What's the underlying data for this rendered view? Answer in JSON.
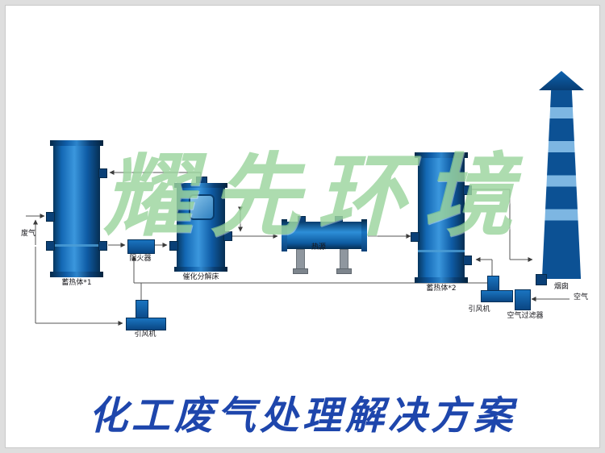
{
  "title": "化工废气处理解决方案",
  "watermark": "耀先环境",
  "labels": {
    "waste_gas": "废气",
    "regenerator1": "蓄热体*1",
    "flame_arrester": "阻火器",
    "catalytic_bed": "催化分解床",
    "heat_source": "热源",
    "regenerator2": "蓄热体*2",
    "fan_bottom": "引风机",
    "fan_right": "引风机",
    "air_filter": "空气过滤器",
    "air": "空气",
    "chimney": "烟囱"
  },
  "colors": {
    "vessel_blue_dark": "#06365f",
    "vessel_blue_light": "#3b97dd",
    "chimney_band_light": "#7db6e2",
    "chimney_dark": "#0c5194",
    "watermark_green": "#8dcf90",
    "title_blue": "#1e46ac",
    "line_gray": "#4a4a4a"
  }
}
